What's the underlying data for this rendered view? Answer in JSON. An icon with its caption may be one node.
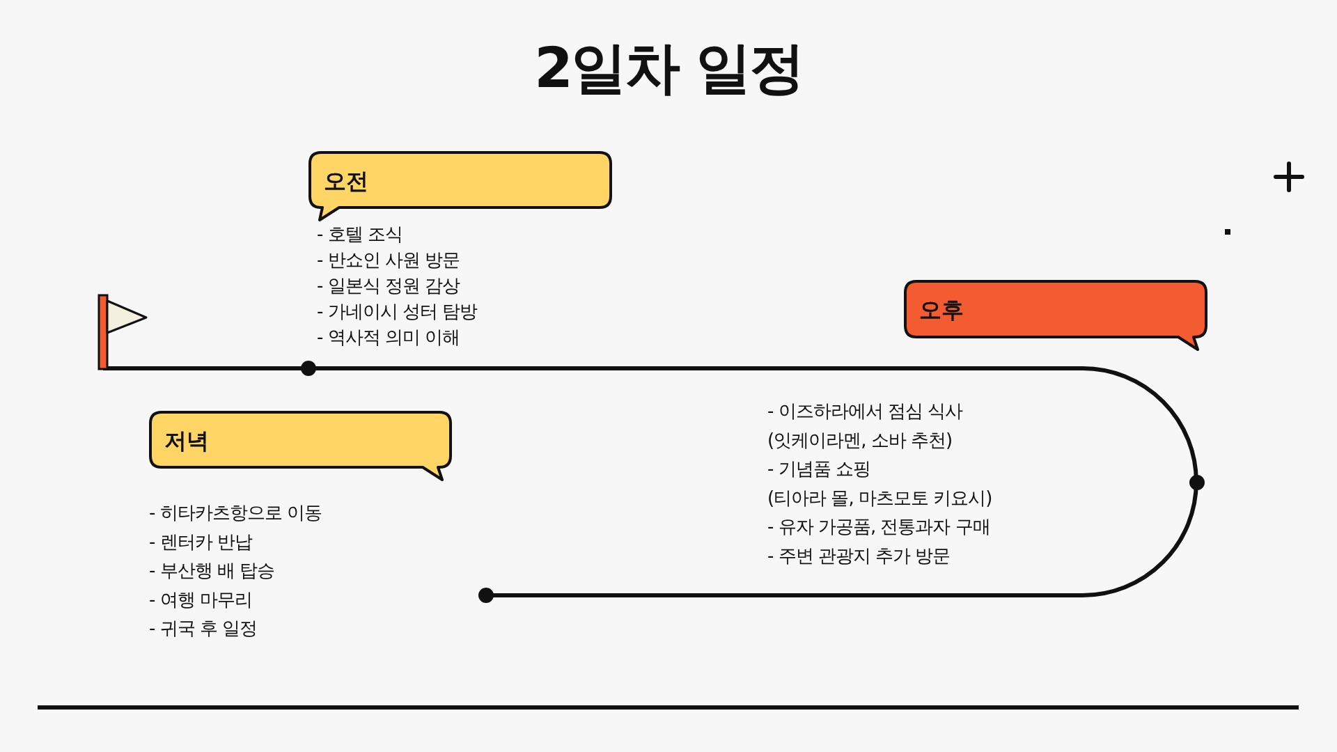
{
  "diagram": {
    "title": "2일차 일정",
    "nodes": [
      {
        "text": [
          "오전"
        ],
        "beside": [
          "- 호텔 조식",
          "- 반쇼인 사원 방문",
          "- 일본식 정원 감상",
          "- 가네이시 성터 탐방",
          "- 역사적 의미 이해"
        ]
      },
      {
        "text": [
          "오후"
        ],
        "beside": [
          "- 이즈하라에서 점심 식사",
          "(잇케이라멘, 소바 추천)",
          "- 기념품 쇼핑",
          "(티아라 몰, 마츠모토 키요시)",
          "- 유자 가공품, 전통과자 구매",
          "- 주변 관광지 추가 방문"
        ]
      },
      {
        "text": [
          "저녁"
        ],
        "beside": [
          "- 히타카츠항으로 이동",
          "- 렌터카 반납",
          "- 부산행 배 탑승",
          "- 여행 마무리",
          "- 귀국 후 일정"
        ]
      }
    ],
    "edges": []
  }
}
